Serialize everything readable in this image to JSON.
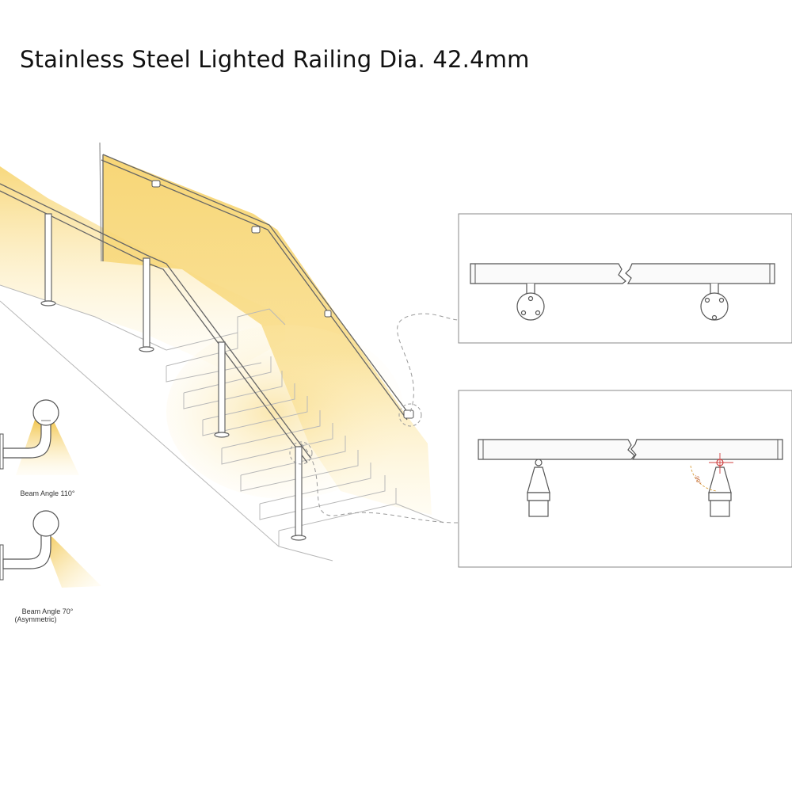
{
  "title": "Stainless Steel Lighted Railing Dia. 42.4mm",
  "beam_options": [
    {
      "label": "Beam Angle 110°",
      "note": ""
    },
    {
      "label": "Beam Angle 70°",
      "note": "(Asymmetric)"
    }
  ],
  "detail_panels": [
    {
      "mount": "wall bracket"
    },
    {
      "mount": "post adapter"
    }
  ],
  "adjust_angle_label": "-90°",
  "colors": {
    "light": "#f7d46f",
    "light_fade": "#fff6d8",
    "line": "#555555",
    "bg": "#ffffff"
  }
}
